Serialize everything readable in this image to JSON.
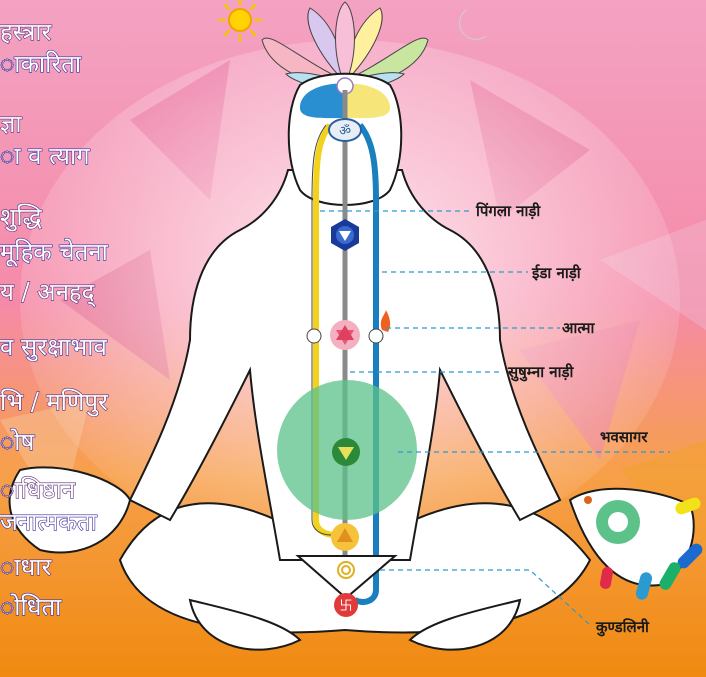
{
  "left_labels": [
    {
      "id": "sahasrara",
      "text": "हस्त्रार"
    },
    {
      "id": "sahasrara-quality",
      "text": "ाकारिता"
    },
    {
      "id": "agya",
      "text": "ज्ञा"
    },
    {
      "id": "agya-quality",
      "text": "ा व त्याग"
    },
    {
      "id": "vishuddhi",
      "text": "शुद्धि"
    },
    {
      "id": "vishuddhi-quality",
      "text": "मूहिक चेतना"
    },
    {
      "id": "anahat",
      "text": "य / अनहद्"
    },
    {
      "id": "anahat-quality",
      "text": "व सुरक्षाभाव"
    },
    {
      "id": "nabhi",
      "text": "भि / मणिपुर"
    },
    {
      "id": "nabhi-quality",
      "text": "ोष"
    },
    {
      "id": "swadishthan",
      "text": "ाधिष्ठान"
    },
    {
      "id": "swadishthan-quality",
      "text": "जनात्मकता"
    },
    {
      "id": "mooladhara",
      "text": "ाधार"
    },
    {
      "id": "mooladhara-quality",
      "text": "ोधिता"
    }
  ],
  "right_labels": [
    {
      "id": "pingala",
      "text": "पिंगला नाड़ी"
    },
    {
      "id": "ida",
      "text": "ईडा नाड़ी"
    },
    {
      "id": "atma",
      "text": "आत्मा"
    },
    {
      "id": "sushumna",
      "text": "सुषुम्ना नाड़ी"
    },
    {
      "id": "bhavsagar",
      "text": "भवसागर"
    },
    {
      "id": "kundalini",
      "text": "कुण्डलिनी"
    }
  ],
  "icons": [
    "sun-icon",
    "moon-icon",
    "lotus-icon",
    "om-icon",
    "swastika-icon"
  ],
  "colors": {
    "pingala_channel": "#f2d21a",
    "ida_channel": "#1a7fbf",
    "sushumna_channel": "#8a8a8a",
    "bhavsagar": "#5cc28a",
    "outline": "#1a1a1a",
    "background_top": "#f08ab0",
    "background_bottom": "#f5a020"
  }
}
